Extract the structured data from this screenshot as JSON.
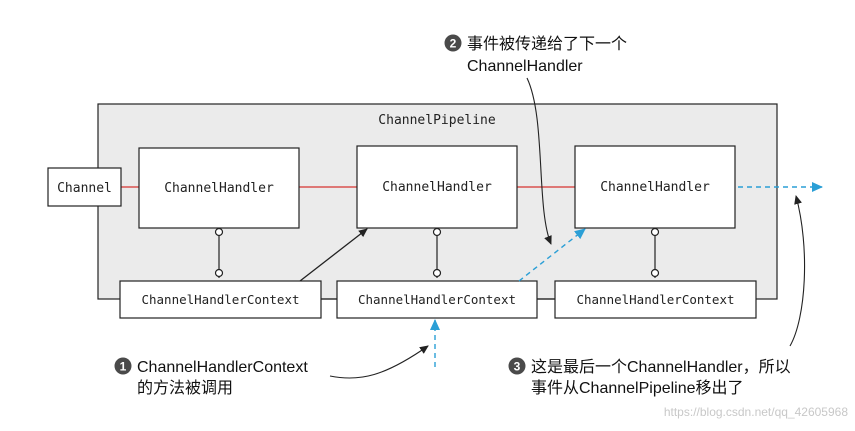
{
  "diagram": {
    "pipeline_label": "ChannelPipeline",
    "channel_label": "Channel",
    "handler_label": "ChannelHandler",
    "context_label": "ChannelHandlerContext",
    "callouts": [
      {
        "number": "2",
        "lines": [
          "事件被传递给了下一个",
          "ChannelHandler"
        ]
      },
      {
        "number": "1",
        "lines": [
          "ChannelHandlerContext",
          "的方法被调用"
        ]
      },
      {
        "number": "3",
        "lines": [
          "这是最后一个ChannelHandler，所以",
          "事件从ChannelPipeline移出了"
        ]
      }
    ],
    "watermark": "https://blog.csdn.net/qq_42605968"
  },
  "colors": {
    "pipeline_fill": "#ebebeb",
    "link_line": "#d9534f",
    "event_arrow": "#2b9fd6",
    "callout_marker": "#4a4a4a",
    "stroke": "#222222"
  }
}
